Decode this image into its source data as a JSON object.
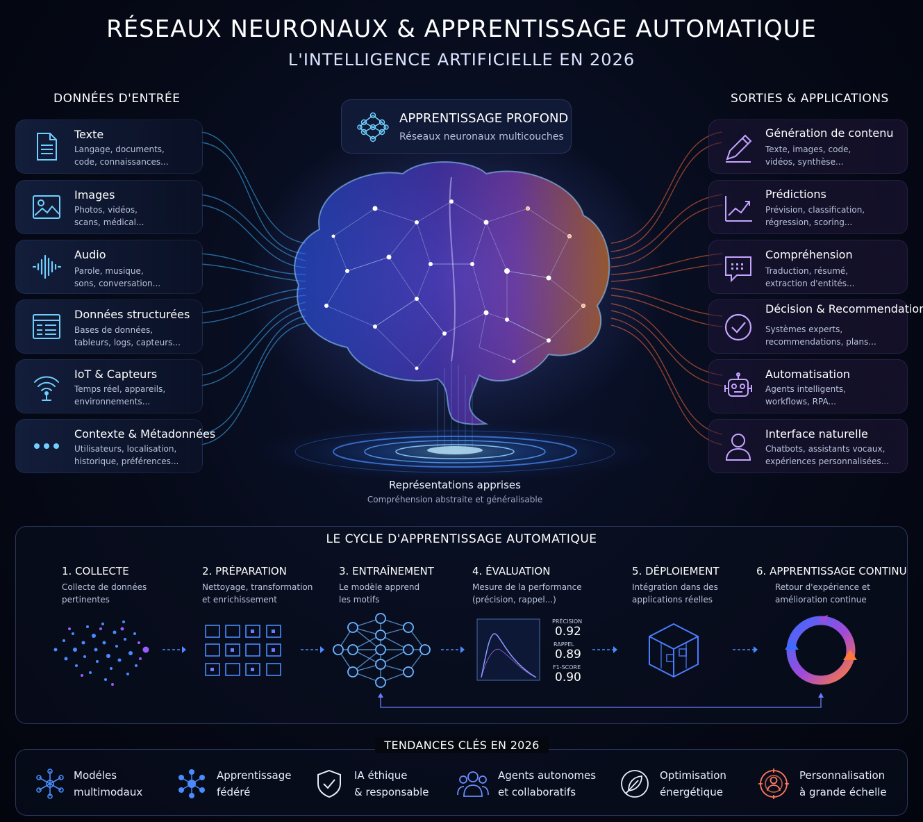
{
  "header": {
    "title": "RÉSEAUX NEURONAUX & APPRENTISSAGE AUTOMATIQUE",
    "subtitle": "L'INTELLIGENCE ARTIFICIELLE EN 2026"
  },
  "inputs": {
    "title": "DONNÉES D'ENTRÉE",
    "items": [
      {
        "icon": "document-icon",
        "title": "Texte",
        "line1": "Langage, documents,",
        "line2": "code, connaissances..."
      },
      {
        "icon": "image-icon",
        "title": "Images",
        "line1": "Photos, vidéos,",
        "line2": "scans, médical..."
      },
      {
        "icon": "audio-wave-icon",
        "title": "Audio",
        "line1": "Parole, musique,",
        "line2": "sons, conversation..."
      },
      {
        "icon": "table-icon",
        "title": "Données structurées",
        "line1": "Bases de données,",
        "line2": "tableurs, logs, capteurs..."
      },
      {
        "icon": "wireless-sensor-icon",
        "title": "IoT & Capteurs",
        "line1": "Temps réel, appareils,",
        "line2": "environnements..."
      },
      {
        "icon": "dots-icon",
        "title": "Contexte & Métadonnées",
        "line1": "Utilisateurs, localisation,",
        "line2": "historique, préférences..."
      }
    ]
  },
  "outputs": {
    "title": "SORTIES & APPLICATIONS",
    "items": [
      {
        "icon": "pen-icon",
        "title": "Génération de contenu",
        "line1": "Texte, images, code,",
        "line2": "vidéos, synthèse..."
      },
      {
        "icon": "trend-chart-icon",
        "title": "Prédictions",
        "line1": "Prévision, classification,",
        "line2": "régression, scoring..."
      },
      {
        "icon": "chat-bubble-icon",
        "title": "Compréhension",
        "line1": "Traduction, résumé,",
        "line2": "extraction d'entités..."
      },
      {
        "icon": "checkmark-circle-icon",
        "title": "Décision & Recommendation",
        "line1": "Systèmes experts,",
        "line2": "recommendations, plans..."
      },
      {
        "icon": "robot-icon",
        "title": "Automatisation",
        "line1": "Agents intelligents,",
        "line2": "workflows, RPA..."
      },
      {
        "icon": "user-icon",
        "title": "Interface naturelle",
        "line1": "Chatbots, assistants vocaux,",
        "line2": "expériences personnalisées..."
      }
    ]
  },
  "deep_learning": {
    "title": "APPRENTISSAGE PROFOND",
    "subtitle": "Réseaux neuronaux multicouches"
  },
  "representations": {
    "title": "Représentations apprises",
    "subtitle": "Compréhension abstraite et généralisable"
  },
  "cycle": {
    "title": "LE CYCLE D'APPRENTISSAGE AUTOMATIQUE",
    "steps": [
      {
        "title": "1. COLLECTE",
        "line1": "Collecte de données",
        "line2": "pertinentes"
      },
      {
        "title": "2. PRÉPARATION",
        "line1": "Nettoyage, transformation",
        "line2": "et enrichissement"
      },
      {
        "title": "3. ENTRAÎNEMENT",
        "line1": "Le modèle apprend",
        "line2": "les motifs"
      },
      {
        "title": "4. ÉVALUATION",
        "line1": "Mesure de la performance",
        "line2": "(précision, rappel...)"
      },
      {
        "title": "5. DÉPLOIEMENT",
        "line1": "Intégration dans des",
        "line2": "applications réelles"
      },
      {
        "title": "6. APPRENTISSAGE CONTINU",
        "line1": "Retour d'expérience et",
        "line2": "amélioration continue"
      }
    ],
    "metrics": [
      {
        "label": "PRÉCISION",
        "value": "0.92"
      },
      {
        "label": "RAPPEL",
        "value": "0.89"
      },
      {
        "label": "F1-SCORE",
        "value": "0.90"
      }
    ]
  },
  "trends": {
    "title": "TENDANCES CLÉS EN 2026",
    "items": [
      {
        "icon": "network-nodes-icon",
        "line1": "Modéles",
        "line2": "multimodaux"
      },
      {
        "icon": "federated-cluster-icon",
        "line1": "Apprentissage",
        "line2": "fédéré"
      },
      {
        "icon": "shield-check-icon",
        "line1": "IA éthique",
        "line2": "& responsable"
      },
      {
        "icon": "people-group-icon",
        "line1": "Agents autonomes",
        "line2": "et collaboratifs"
      },
      {
        "icon": "leaf-icon",
        "line1": "Optimisation",
        "line2": "énergétique"
      },
      {
        "icon": "target-user-icon",
        "line1": "Personnalisation",
        "line2": "à grande échelle"
      }
    ]
  },
  "colors": {
    "blue_accent": "#4aa8ff",
    "purple_accent": "#9b5cff",
    "orange_accent": "#ff8a3d",
    "cyan_icon": "#6fd0ff",
    "violet_icon": "#c7a4ff"
  }
}
